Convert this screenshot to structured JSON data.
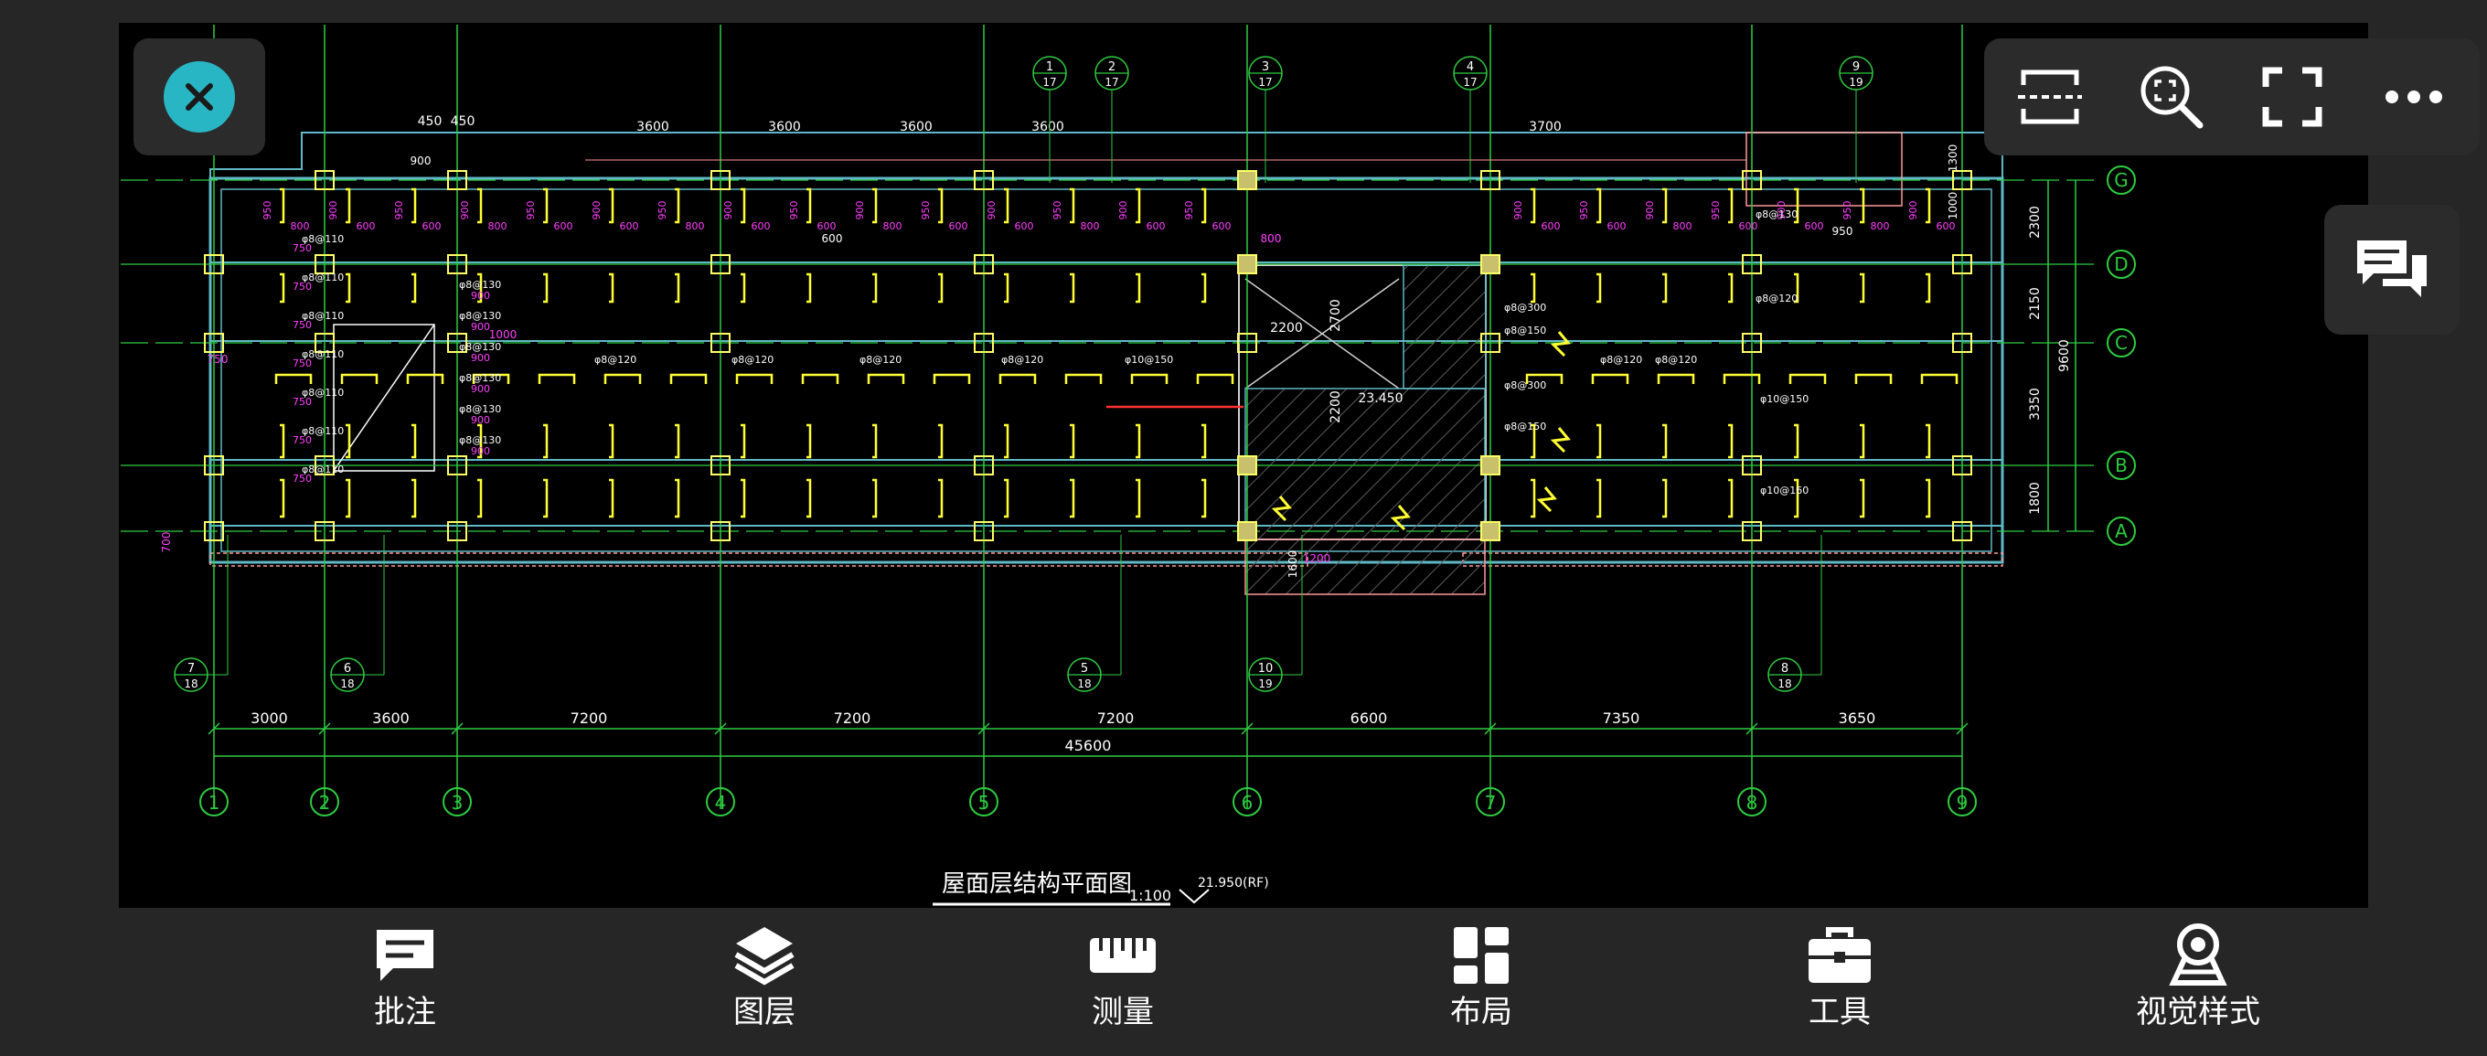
{
  "drawing": {
    "title": "屋面层结构平面图",
    "scale": "1:100",
    "elevation": "21.950(RF)",
    "overall_dimension": "45600",
    "bay_dimensions": [
      "3000",
      "3600",
      "7200",
      "7200",
      "7200",
      "6600",
      "7350",
      "3650"
    ],
    "top_dimensions": [
      "450",
      "450",
      "3600",
      "3600",
      "3600",
      "3600",
      "3700"
    ],
    "right_dimensions": [
      "2300",
      "2150",
      "3350",
      "1800"
    ],
    "right_total": "9600",
    "grid_columns": [
      "1",
      "2",
      "3",
      "4",
      "5",
      "6",
      "7",
      "8",
      "9"
    ],
    "grid_rows": [
      "G",
      "D",
      "C",
      "B",
      "A"
    ],
    "detail_callouts_top": [
      {
        "num": "1",
        "sheet": "17"
      },
      {
        "num": "2",
        "sheet": "17"
      },
      {
        "num": "3",
        "sheet": "17"
      },
      {
        "num": "4",
        "sheet": "17"
      },
      {
        "num": "9",
        "sheet": "19"
      }
    ],
    "detail_callouts_bottom": [
      {
        "num": "7",
        "sheet": "18"
      },
      {
        "num": "6",
        "sheet": "18"
      },
      {
        "num": "5",
        "sheet": "18"
      },
      {
        "num": "10",
        "sheet": "19"
      },
      {
        "num": "8",
        "sheet": "18"
      }
    ],
    "annotations": {
      "left_rebars": [
        "φ8@110",
        "φ8@110",
        "φ8@110",
        "φ8@110",
        "φ8@110",
        "φ8@110",
        "φ8@110"
      ],
      "left_rebars_b": [
        "φ8@130",
        "φ8@130",
        "φ8@130",
        "φ8@130",
        "φ8@130",
        "φ8@130"
      ],
      "mid_rebars": [
        "φ8@120",
        "φ8@120",
        "φ8@120",
        "φ8@120",
        "φ10@150",
        "φ8@120",
        "φ8@120"
      ],
      "right_rebars": [
        "φ8@130",
        "φ8@120",
        "φ10@150",
        "φ10@160",
        "φ8@150",
        "φ8@300",
        "φ8@300",
        "φ8@150"
      ],
      "core_dims": [
        "2200",
        "2700",
        "2200",
        "23.450"
      ],
      "misc_dims": [
        "900",
        "750",
        "600",
        "800",
        "950",
        "1000",
        "1600",
        "1200",
        "1300",
        "700",
        "1000"
      ]
    }
  },
  "ui": {
    "close_icon": "close-icon",
    "toolbar_icons": [
      "section-icon",
      "zoom-fit-icon",
      "fullscreen-icon",
      "more-icon"
    ],
    "comments_icon": "comments-icon",
    "bottom_tabs": [
      {
        "label": "批注",
        "icon": "annotation-icon"
      },
      {
        "label": "图层",
        "icon": "layers-icon"
      },
      {
        "label": "测量",
        "icon": "ruler-icon"
      },
      {
        "label": "布局",
        "icon": "layout-icon"
      },
      {
        "label": "工具",
        "icon": "toolbox-icon"
      },
      {
        "label": "视觉样式",
        "icon": "visual-style-icon"
      }
    ],
    "colors": {
      "accent": "#29b6c4",
      "grid": "#2ecc40",
      "rebar": "#ffff33",
      "dim_text": "#ff40ff",
      "wall": "#5fb8c6",
      "background": "#000000"
    }
  }
}
